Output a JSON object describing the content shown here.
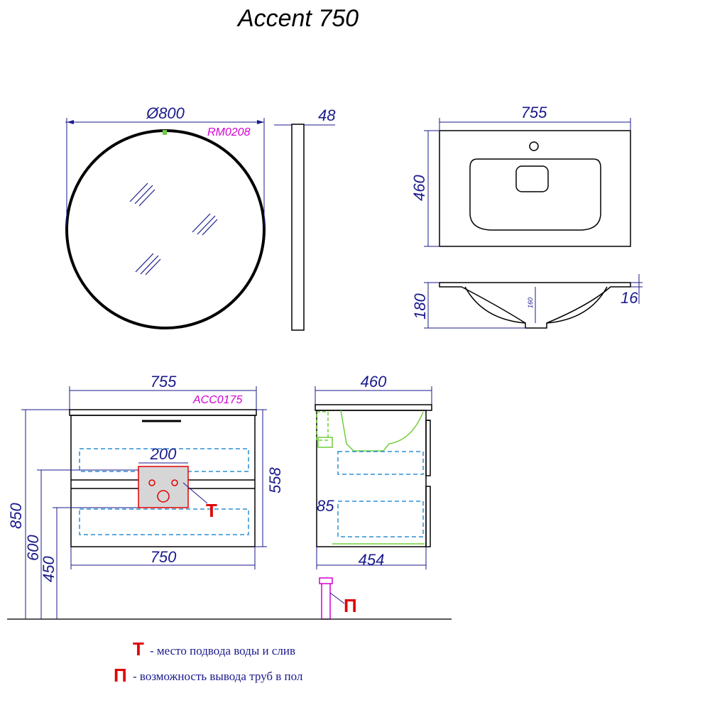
{
  "title": "Accent 750",
  "mirror": {
    "diameter": "Ø800",
    "code": "RM0208",
    "depth": "48"
  },
  "sink": {
    "width": "755",
    "depth": "460",
    "height": "180",
    "bowl_depth": "160",
    "rim": "16"
  },
  "cabinet_front": {
    "top_width": "755",
    "code": "ACC0175",
    "panel_width": "200",
    "bottom_width": "750",
    "body_height": "558",
    "total_height": "850",
    "height_600": "600",
    "height_450": "450",
    "mark_t": "Т"
  },
  "cabinet_side": {
    "top_depth": "460",
    "offset": "85",
    "bottom_depth": "454",
    "mark_p": "П"
  },
  "legend": [
    {
      "mark": "Т",
      "text": "- место подвода воды и слив"
    },
    {
      "mark": "П",
      "text": "- возможность вывода труб в пол"
    }
  ],
  "colors": {
    "dimension": "#1a1a8c",
    "code": "#d400d4",
    "marker": "#e00000",
    "dashed": "#2a8fd6",
    "green": "#6fcf3a"
  }
}
